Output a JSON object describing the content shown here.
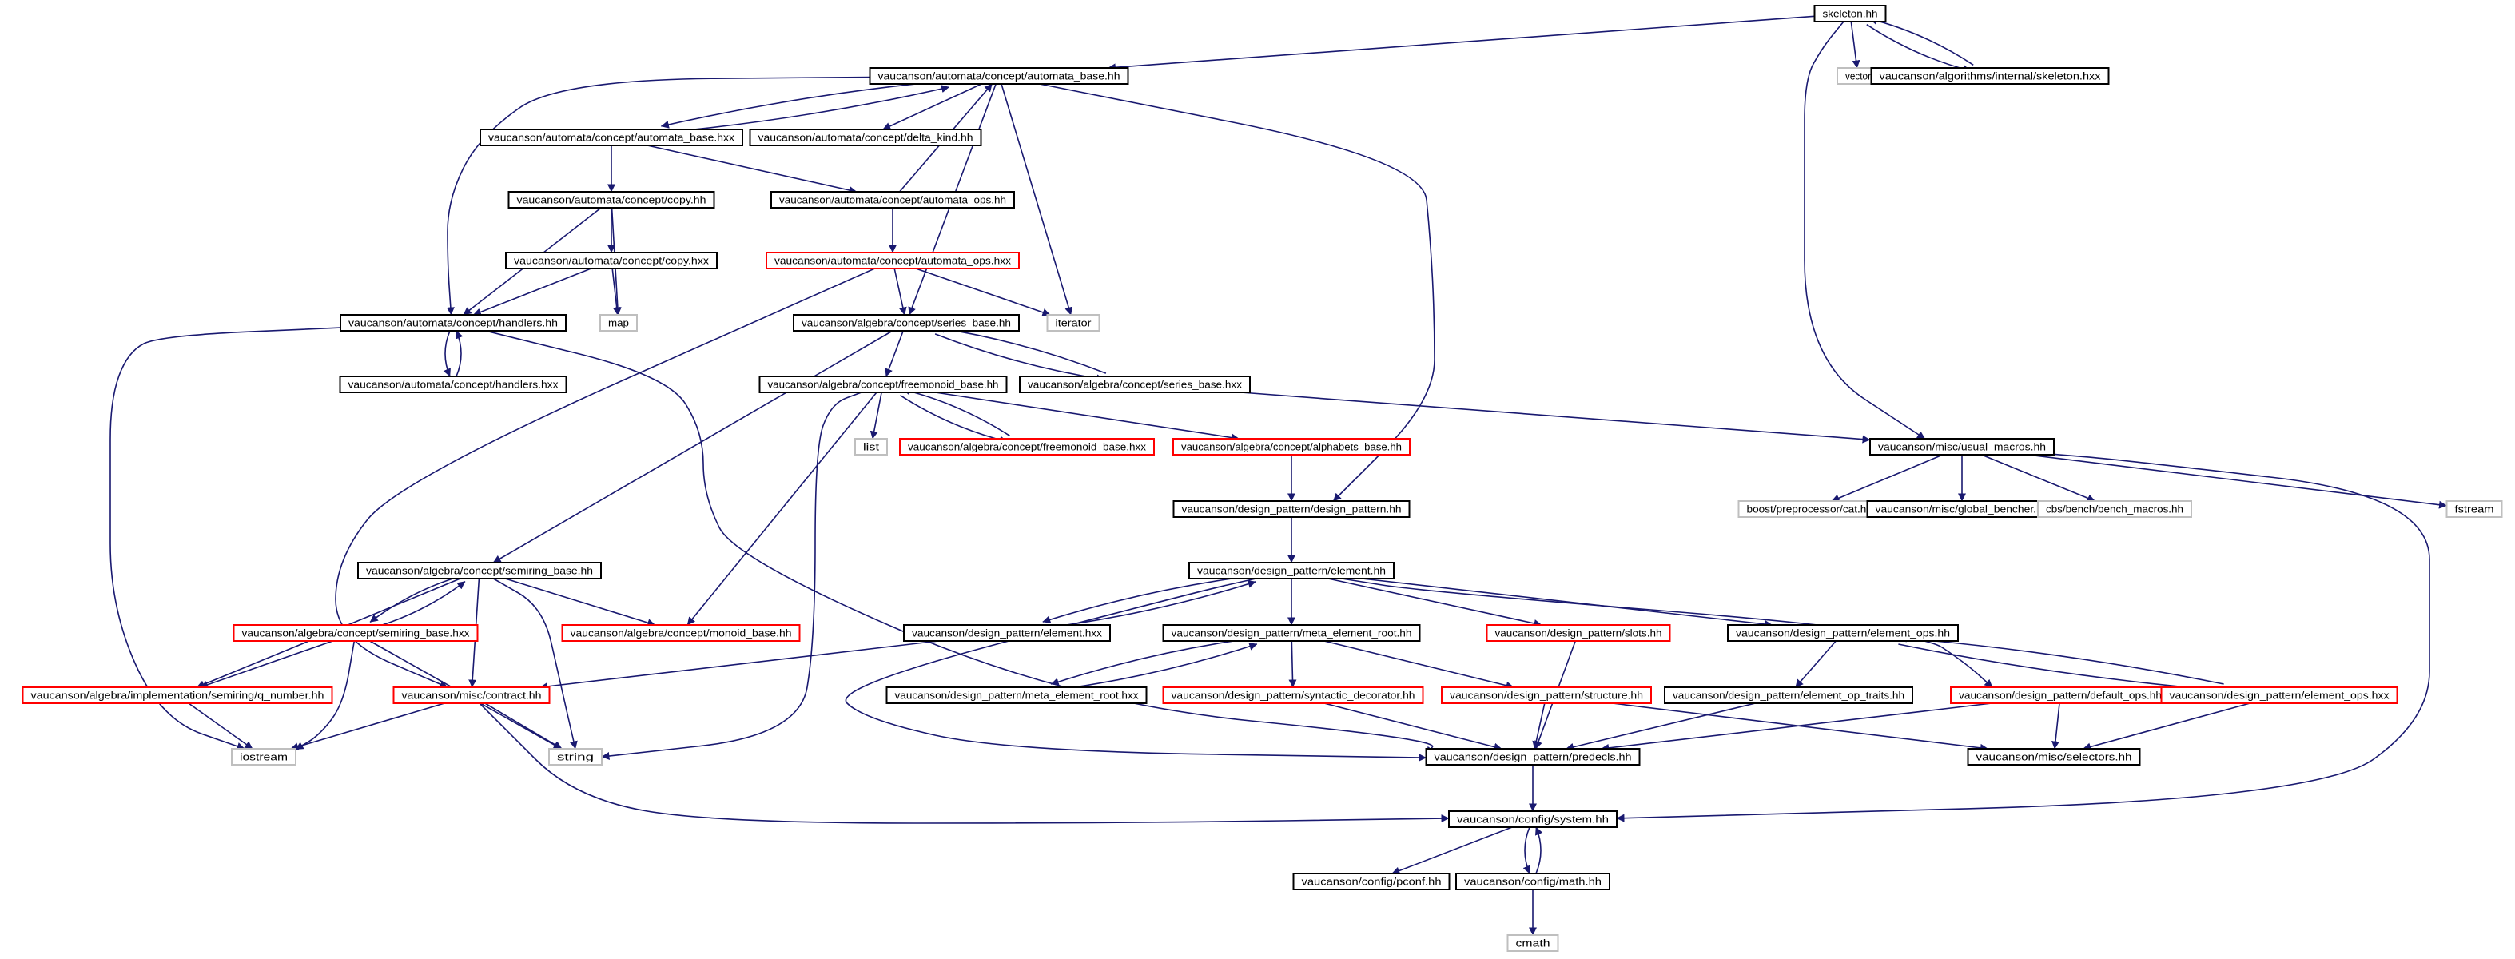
{
  "colors": {
    "edge": "#191970",
    "border_normal": "#000000",
    "border_truncated": "#ff0000",
    "border_external": "#bfbfbf",
    "fill_root": "#bfbfbf",
    "fill_default": "#ffffff"
  },
  "nodes": [
    {
      "id": "skeleton",
      "label": "skeleton.hh",
      "kind": "root"
    },
    {
      "id": "automata_base_hh",
      "label": "vaucanson/automata/concept/automata_base.hh",
      "kind": "normal"
    },
    {
      "id": "vector",
      "label": "vector",
      "kind": "external"
    },
    {
      "id": "skeleton_hxx",
      "label": "vaucanson/algorithms/internal/skeleton.hxx",
      "kind": "normal"
    },
    {
      "id": "automata_base_hxx",
      "label": "vaucanson/automata/concept/automata_base.hxx",
      "kind": "normal"
    },
    {
      "id": "delta_kind",
      "label": "vaucanson/automata/concept/delta_kind.hh",
      "kind": "normal"
    },
    {
      "id": "copy_hh",
      "label": "vaucanson/automata/concept/copy.hh",
      "kind": "normal"
    },
    {
      "id": "automata_ops_hh",
      "label": "vaucanson/automata/concept/automata_ops.hh",
      "kind": "normal"
    },
    {
      "id": "copy_hxx",
      "label": "vaucanson/automata/concept/copy.hxx",
      "kind": "normal"
    },
    {
      "id": "automata_ops_hxx",
      "label": "vaucanson/automata/concept/automata_ops.hxx",
      "kind": "truncated"
    },
    {
      "id": "handlers_hh",
      "label": "vaucanson/automata/concept/handlers.hh",
      "kind": "normal"
    },
    {
      "id": "map",
      "label": "map",
      "kind": "external"
    },
    {
      "id": "series_base_hh",
      "label": "vaucanson/algebra/concept/series_base.hh",
      "kind": "normal"
    },
    {
      "id": "iterator",
      "label": "iterator",
      "kind": "external"
    },
    {
      "id": "handlers_hxx",
      "label": "vaucanson/automata/concept/handlers.hxx",
      "kind": "normal"
    },
    {
      "id": "freemonoid_base_hh",
      "label": "vaucanson/algebra/concept/freemonoid_base.hh",
      "kind": "normal"
    },
    {
      "id": "series_base_hxx",
      "label": "vaucanson/algebra/concept/series_base.hxx",
      "kind": "normal"
    },
    {
      "id": "list",
      "label": "list",
      "kind": "external"
    },
    {
      "id": "freemonoid_base_hxx",
      "label": "vaucanson/algebra/concept/freemonoid_base.hxx",
      "kind": "truncated"
    },
    {
      "id": "alphabets_base_hh",
      "label": "vaucanson/algebra/concept/alphabets_base.hh",
      "kind": "truncated"
    },
    {
      "id": "usual_macros",
      "label": "vaucanson/misc/usual_macros.hh",
      "kind": "normal"
    },
    {
      "id": "boost_cat",
      "label": "boost/preprocessor/cat.hpp",
      "kind": "external"
    },
    {
      "id": "global_bencher",
      "label": "vaucanson/misc/global_bencher.hh",
      "kind": "normal"
    },
    {
      "id": "bench_macros",
      "label": "cbs/bench/bench_macros.hh",
      "kind": "external"
    },
    {
      "id": "fstream",
      "label": "fstream",
      "kind": "external"
    },
    {
      "id": "design_pattern_hh",
      "label": "vaucanson/design_pattern/design_pattern.hh",
      "kind": "normal"
    },
    {
      "id": "semiring_base_hh",
      "label": "vaucanson/algebra/concept/semiring_base.hh",
      "kind": "normal"
    },
    {
      "id": "element_hh",
      "label": "vaucanson/design_pattern/element.hh",
      "kind": "normal"
    },
    {
      "id": "semiring_base_hxx",
      "label": "vaucanson/algebra/concept/semiring_base.hxx",
      "kind": "truncated"
    },
    {
      "id": "monoid_base_hh",
      "label": "vaucanson/algebra/concept/monoid_base.hh",
      "kind": "truncated"
    },
    {
      "id": "element_hxx",
      "label": "vaucanson/design_pattern/element.hxx",
      "kind": "normal"
    },
    {
      "id": "meta_element_root_hh",
      "label": "vaucanson/design_pattern/meta_element_root.hh",
      "kind": "normal"
    },
    {
      "id": "slots_hh",
      "label": "vaucanson/design_pattern/slots.hh",
      "kind": "truncated"
    },
    {
      "id": "element_ops_hh",
      "label": "vaucanson/design_pattern/element_ops.hh",
      "kind": "normal"
    },
    {
      "id": "q_number",
      "label": "vaucanson/algebra/implementation/semiring/q_number.hh",
      "kind": "truncated"
    },
    {
      "id": "contract_hh",
      "label": "vaucanson/misc/contract.hh",
      "kind": "truncated"
    },
    {
      "id": "meta_element_root_hxx",
      "label": "vaucanson/design_pattern/meta_element_root.hxx",
      "kind": "normal"
    },
    {
      "id": "syntactic_decorator",
      "label": "vaucanson/design_pattern/syntactic_decorator.hh",
      "kind": "truncated"
    },
    {
      "id": "structure_hh",
      "label": "vaucanson/design_pattern/structure.hh",
      "kind": "truncated"
    },
    {
      "id": "element_op_traits",
      "label": "vaucanson/design_pattern/element_op_traits.hh",
      "kind": "normal"
    },
    {
      "id": "default_ops",
      "label": "vaucanson/design_pattern/default_ops.hh",
      "kind": "truncated"
    },
    {
      "id": "element_ops_hxx",
      "label": "vaucanson/design_pattern/element_ops.hxx",
      "kind": "truncated"
    },
    {
      "id": "iostream",
      "label": "iostream",
      "kind": "external"
    },
    {
      "id": "string",
      "label": "string",
      "kind": "external"
    },
    {
      "id": "predecls",
      "label": "vaucanson/design_pattern/predecls.hh",
      "kind": "normal"
    },
    {
      "id": "selectors",
      "label": "vaucanson/misc/selectors.hh",
      "kind": "normal"
    },
    {
      "id": "system_hh",
      "label": "vaucanson/config/system.hh",
      "kind": "normal"
    },
    {
      "id": "pconf",
      "label": "vaucanson/config/pconf.hh",
      "kind": "normal"
    },
    {
      "id": "math_hh",
      "label": "vaucanson/config/math.hh",
      "kind": "normal"
    },
    {
      "id": "cmath",
      "label": "cmath",
      "kind": "external"
    }
  ],
  "edges": [
    [
      "skeleton",
      "automata_base_hh"
    ],
    [
      "skeleton",
      "vector"
    ],
    [
      "skeleton",
      "skeleton_hxx"
    ],
    [
      "skeleton",
      "usual_macros"
    ],
    [
      "skeleton_hxx",
      "skeleton"
    ],
    [
      "automata_base_hh",
      "automata_base_hxx"
    ],
    [
      "automata_base_hh",
      "delta_kind"
    ],
    [
      "automata_base_hh",
      "handlers_hh"
    ],
    [
      "automata_base_hh",
      "series_base_hh"
    ],
    [
      "automata_base_hh",
      "iterator"
    ],
    [
      "automata_base_hh",
      "design_pattern_hh"
    ],
    [
      "automata_base_hxx",
      "automata_base_hh"
    ],
    [
      "automata_base_hxx",
      "copy_hh"
    ],
    [
      "automata_base_hxx",
      "automata_ops_hh"
    ],
    [
      "copy_hh",
      "copy_hxx"
    ],
    [
      "copy_hh",
      "handlers_hh"
    ],
    [
      "copy_hh",
      "map"
    ],
    [
      "copy_hxx",
      "handlers_hh"
    ],
    [
      "copy_hxx",
      "map"
    ],
    [
      "automata_ops_hh",
      "automata_ops_hxx"
    ],
    [
      "automata_ops_hh",
      "automata_base_hh"
    ],
    [
      "automata_ops_hxx",
      "series_base_hh"
    ],
    [
      "automata_ops_hxx",
      "iterator"
    ],
    [
      "automata_ops_hxx",
      "contract_hh"
    ],
    [
      "handlers_hh",
      "handlers_hxx"
    ],
    [
      "handlers_hh",
      "iostream"
    ],
    [
      "handlers_hh",
      "predecls"
    ],
    [
      "handlers_hxx",
      "handlers_hh"
    ],
    [
      "series_base_hh",
      "freemonoid_base_hh"
    ],
    [
      "series_base_hh",
      "series_base_hxx"
    ],
    [
      "series_base_hh",
      "semiring_base_hh"
    ],
    [
      "series_base_hxx",
      "series_base_hh"
    ],
    [
      "series_base_hxx",
      "usual_macros"
    ],
    [
      "freemonoid_base_hh",
      "list"
    ],
    [
      "freemonoid_base_hh",
      "freemonoid_base_hxx"
    ],
    [
      "freemonoid_base_hh",
      "alphabets_base_hh"
    ],
    [
      "freemonoid_base_hh",
      "monoid_base_hh"
    ],
    [
      "freemonoid_base_hh",
      "string"
    ],
    [
      "freemonoid_base_hxx",
      "freemonoid_base_hh"
    ],
    [
      "alphabets_base_hh",
      "design_pattern_hh"
    ],
    [
      "usual_macros",
      "boost_cat"
    ],
    [
      "usual_macros",
      "global_bencher"
    ],
    [
      "usual_macros",
      "bench_macros"
    ],
    [
      "usual_macros",
      "fstream"
    ],
    [
      "usual_macros",
      "system_hh"
    ],
    [
      "design_pattern_hh",
      "element_hh"
    ],
    [
      "semiring_base_hh",
      "semiring_base_hxx"
    ],
    [
      "semiring_base_hh",
      "monoid_base_hh"
    ],
    [
      "semiring_base_hh",
      "q_number"
    ],
    [
      "semiring_base_hh",
      "contract_hh"
    ],
    [
      "semiring_base_hh",
      "string"
    ],
    [
      "semiring_base_hxx",
      "semiring_base_hh"
    ],
    [
      "semiring_base_hxx",
      "q_number"
    ],
    [
      "semiring_base_hxx",
      "iostream"
    ],
    [
      "semiring_base_hxx",
      "string"
    ],
    [
      "element_hh",
      "element_hxx"
    ],
    [
      "element_hh",
      "meta_element_root_hh"
    ],
    [
      "element_hh",
      "slots_hh"
    ],
    [
      "element_hh",
      "element_ops_hh"
    ],
    [
      "element_hh",
      "default_ops"
    ],
    [
      "element_hh",
      "predecls"
    ],
    [
      "element_hxx",
      "element_hh"
    ],
    [
      "element_hxx",
      "contract_hh"
    ],
    [
      "meta_element_root_hh",
      "meta_element_root_hxx"
    ],
    [
      "meta_element_root_hh",
      "syntactic_decorator"
    ],
    [
      "meta_element_root_hh",
      "structure_hh"
    ],
    [
      "meta_element_root_hxx",
      "meta_element_root_hh"
    ],
    [
      "slots_hh",
      "predecls"
    ],
    [
      "element_ops_hh",
      "element_op_traits"
    ],
    [
      "element_ops_hh",
      "element_ops_hxx"
    ],
    [
      "element_ops_hxx",
      "element_ops_hh"
    ],
    [
      "element_ops_hxx",
      "selectors"
    ],
    [
      "q_number",
      "iostream"
    ],
    [
      "contract_hh",
      "iostream"
    ],
    [
      "contract_hh",
      "string"
    ],
    [
      "contract_hh",
      "system_hh"
    ],
    [
      "syntactic_decorator",
      "predecls"
    ],
    [
      "structure_hh",
      "predecls"
    ],
    [
      "structure_hh",
      "selectors"
    ],
    [
      "element_op_traits",
      "predecls"
    ],
    [
      "default_ops",
      "predecls"
    ],
    [
      "default_ops",
      "selectors"
    ],
    [
      "predecls",
      "system_hh"
    ],
    [
      "system_hh",
      "pconf"
    ],
    [
      "system_hh",
      "math_hh"
    ],
    [
      "math_hh",
      "system_hh"
    ],
    [
      "math_hh",
      "cmath"
    ]
  ]
}
